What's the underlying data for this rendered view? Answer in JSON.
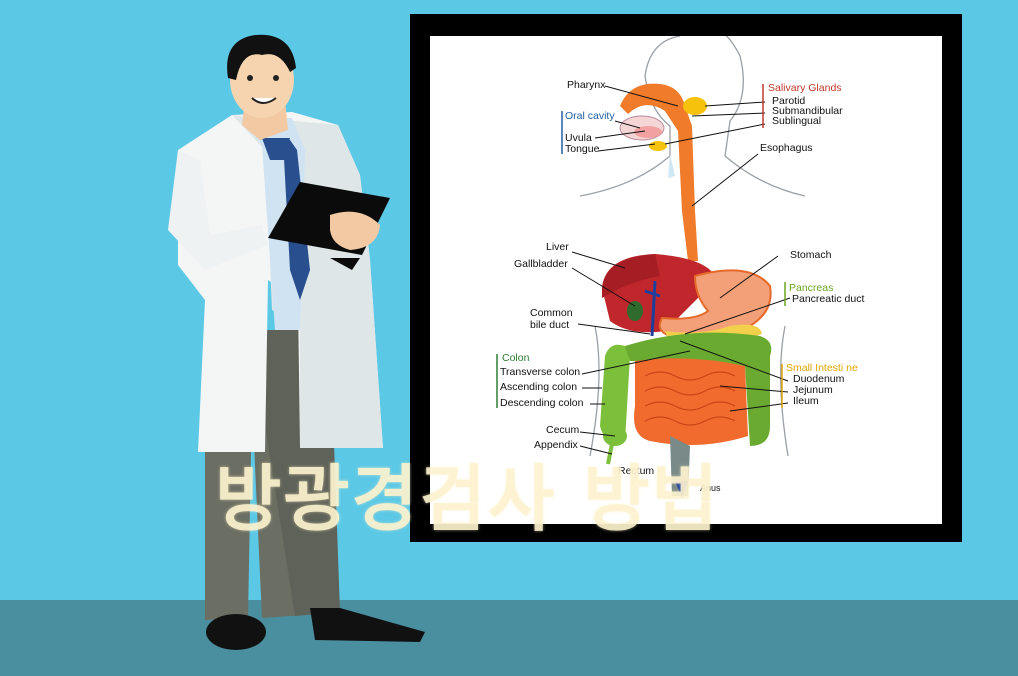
{
  "caption": "방광경검사 방법",
  "diagram": {
    "labels": {
      "pharynx": "Pharynx",
      "oral_cavity": "Oral cavity",
      "uvula": "Uvula",
      "tongue": "Tongue",
      "salivary_glands": "Salivary Glands",
      "parotid": "Parotid",
      "submandibular": "Submandibular",
      "sublingual": "Sublingual",
      "esophagus": "Esophagus",
      "liver": "Liver",
      "gallbladder": "Gallbladder",
      "stomach": "Stomach",
      "pancreas": "Pancreas",
      "pancreatic_duct": "Pancreatic duct",
      "common": "Common",
      "bile_duct": "bile duct",
      "colon": "Colon",
      "transverse_colon": "Transverse colon",
      "ascending_colon": "Ascending colon",
      "descending_colon": "Descending colon",
      "small_intestine": "Small Intesti ne",
      "duodenum": "Duodenum",
      "jejunum": "Jejunum",
      "ileum": "Ileum",
      "cecum": "Cecum",
      "appendix": "Appendix",
      "rectum": "Rectum",
      "anus": "Anus"
    }
  }
}
